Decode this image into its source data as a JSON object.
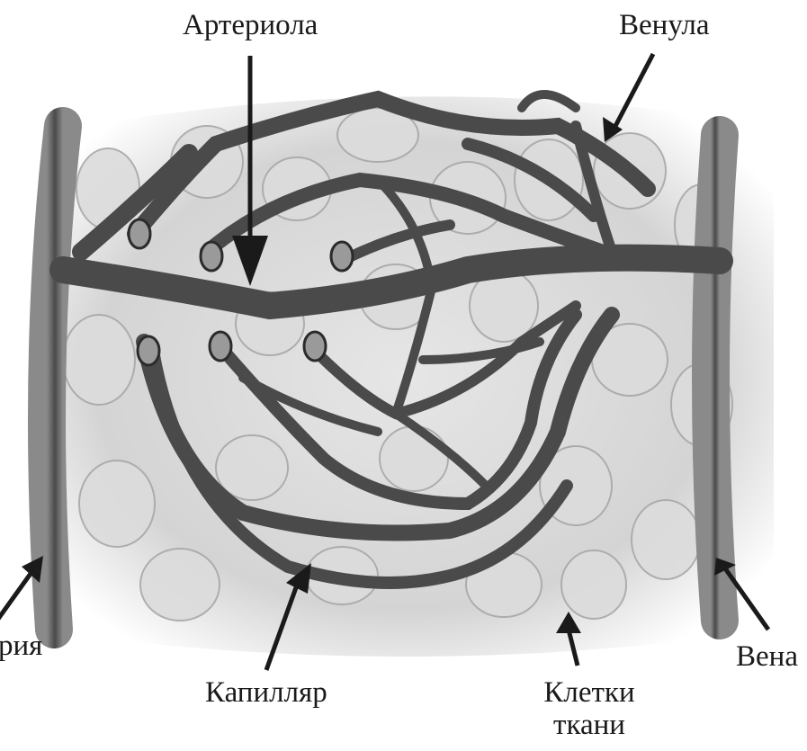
{
  "labels": {
    "arteriole": "Артериола",
    "venule": "Венула",
    "artery": "рия",
    "capillary": "Капилляр",
    "tissue_cells_line1": "Клетки",
    "tissue_cells_line2": "ткани",
    "vein": "Вена"
  },
  "colors": {
    "vessel": "#4a4a4a",
    "vessel_dark": "#2b2b2b",
    "tissue": "#d6d6d6",
    "cell_outline": "#a8a8a8",
    "arrow": "#1a1a1a"
  }
}
